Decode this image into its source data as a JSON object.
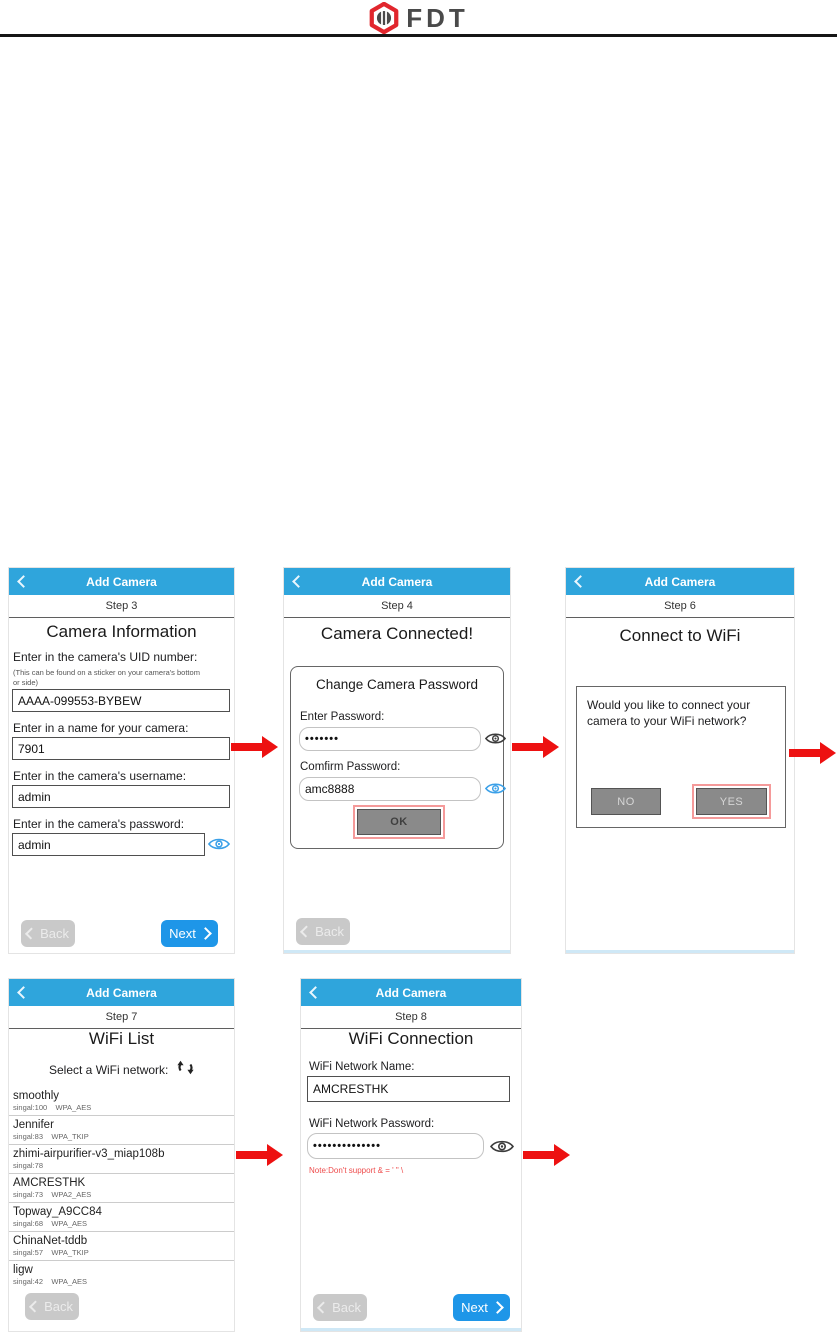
{
  "logo": {
    "text": "FDT"
  },
  "colors": {
    "header_blue": "#2FA5DC",
    "next_blue": "#1E96E8",
    "arrow_red": "#ED1111",
    "note_red": "#EE4B4B",
    "highlight_pink": "#F59A9A",
    "logo_red": "#E1262D"
  },
  "screens": {
    "step3": {
      "header": "Add Camera",
      "step": "Step 3",
      "title": "Camera Information",
      "uid_label": "Enter in the camera's UID number:",
      "uid_note_line1": "(This can be found on a sticker on your camera's bottom",
      "uid_note_line2": "or side)",
      "uid_value": "AAAA-099553-BYBEW",
      "name_label": "Enter in a name for your camera:",
      "name_value": "7901",
      "user_label": "Enter in the camera's username:",
      "user_value": "admin",
      "pass_label": "Enter in the camera's password:",
      "pass_value": "admin",
      "back": "Back",
      "next": "Next"
    },
    "step4": {
      "header": "Add Camera",
      "step": "Step 4",
      "title": "Camera Connected!",
      "dialog_title": "Change Camera Password",
      "enter_label": "Enter Password:",
      "enter_value": "•••••••",
      "confirm_label": "Comfirm Password:",
      "confirm_value": "amc8888",
      "ok": "OK",
      "back": "Back"
    },
    "step6": {
      "header": "Add Camera",
      "step": "Step 6",
      "title": "Connect to WiFi",
      "question_line1": "Would you like to connect your",
      "question_line2": "camera to your WiFi network?",
      "no": "NO",
      "yes": "YES"
    },
    "step7": {
      "header": "Add Camera",
      "step": "Step 7",
      "title": "WiFi List",
      "select_label": "Select a WiFi network:",
      "networks": [
        {
          "name": "smoothly",
          "detail": "singal:100    WPA_AES"
        },
        {
          "name": "Jennifer",
          "detail": "singal:83    WPA_TKIP"
        },
        {
          "name": "zhimi-airpurifier-v3_miap108b",
          "detail": "singal:78"
        },
        {
          "name": "AMCRESTHK",
          "detail": "singal:73    WPA2_AES"
        },
        {
          "name": "Topway_A9CC84",
          "detail": "singal:68    WPA_AES"
        },
        {
          "name": "ChinaNet-tddb",
          "detail": "singal:57    WPA_TKIP"
        },
        {
          "name": "ligw",
          "detail": "singal:42    WPA_AES"
        }
      ],
      "back": "Back"
    },
    "step8": {
      "header": "Add Camera",
      "step": "Step 8",
      "title": "WiFi Connection",
      "name_label": "WiFi Network Name:",
      "name_value": "AMCRESTHK",
      "pass_label": "WiFi Network Password:",
      "pass_value": "••••••••••••••",
      "note": "Note:Don't support & = ' \" \\",
      "back": "Back",
      "next": "Next"
    }
  }
}
